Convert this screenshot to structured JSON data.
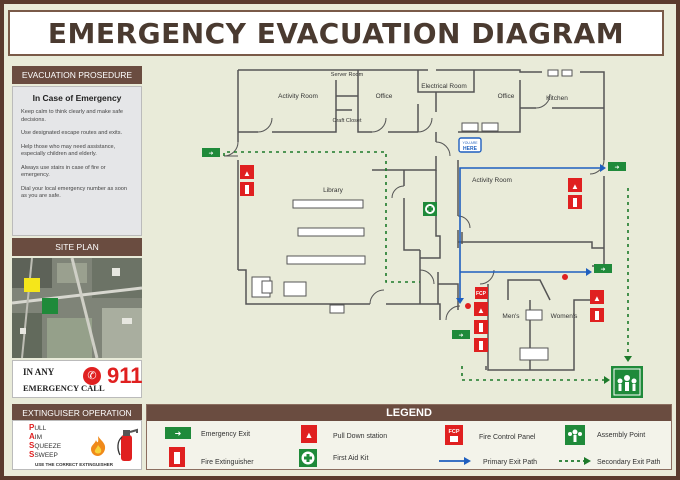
{
  "title": "EMERGENCY EVACUATION DIAGRAM",
  "procedure": {
    "header": "EVACUATION PROSEDURE",
    "subtitle": "In Case of Emergency",
    "items": [
      "Keep calm to think clearly and make safe decisions.",
      "Use designated escape routes and exits.",
      "Help those who may need assistance, especially children and elderly.",
      "Always use stairs in case of fire or emergency.",
      "Dial your local emergency number as soon as you are safe."
    ]
  },
  "site_plan": {
    "header": "SITE PLAN"
  },
  "emergency_call": {
    "line1": "IN ANY",
    "number": "911",
    "line2": "EMERGENCY CALL"
  },
  "extinguisher": {
    "header": "EXTINGUISER OPERATION",
    "steps": [
      {
        "letter": "P",
        "rest": "ULL"
      },
      {
        "letter": "A",
        "rest": "IM"
      },
      {
        "letter": "S",
        "rest": "QUEEZE"
      },
      {
        "letter": "S",
        "rest": "SWEEP"
      }
    ],
    "note": "USE THE CORRECT EXTINGUISHER"
  },
  "rooms": {
    "activity_top": "Activity Room",
    "server": "Server Room",
    "craft": "Craft Closet",
    "office1": "Office",
    "electrical": "Electrical Room",
    "office2": "Office",
    "kitchen": "Kitchen",
    "library": "Library",
    "activity_mid": "Activity Room",
    "mens": "Men's",
    "womens": "Women's"
  },
  "you_are_here": {
    "line1": "YOU ARE",
    "line2": "HERE"
  },
  "legend": {
    "header": "LEGEND",
    "items": {
      "exit": "Emergency Exit",
      "pull": "Pull Down station",
      "fcp": "Fire Control Panel",
      "assembly": "Assembly Point",
      "ext": "Fire Extinguisher",
      "aid": "First Aid Kit",
      "primary": "Primary Exit Path",
      "secondary": "Secondary Exit Path"
    }
  },
  "fcp_label": "FCP",
  "colors": {
    "primary_path": "#1f5fbf",
    "secondary_path": "#1d7a2a",
    "alert_red": "#e02020",
    "brown": "#6a4c40",
    "exit_green": "#1f8a3a"
  }
}
